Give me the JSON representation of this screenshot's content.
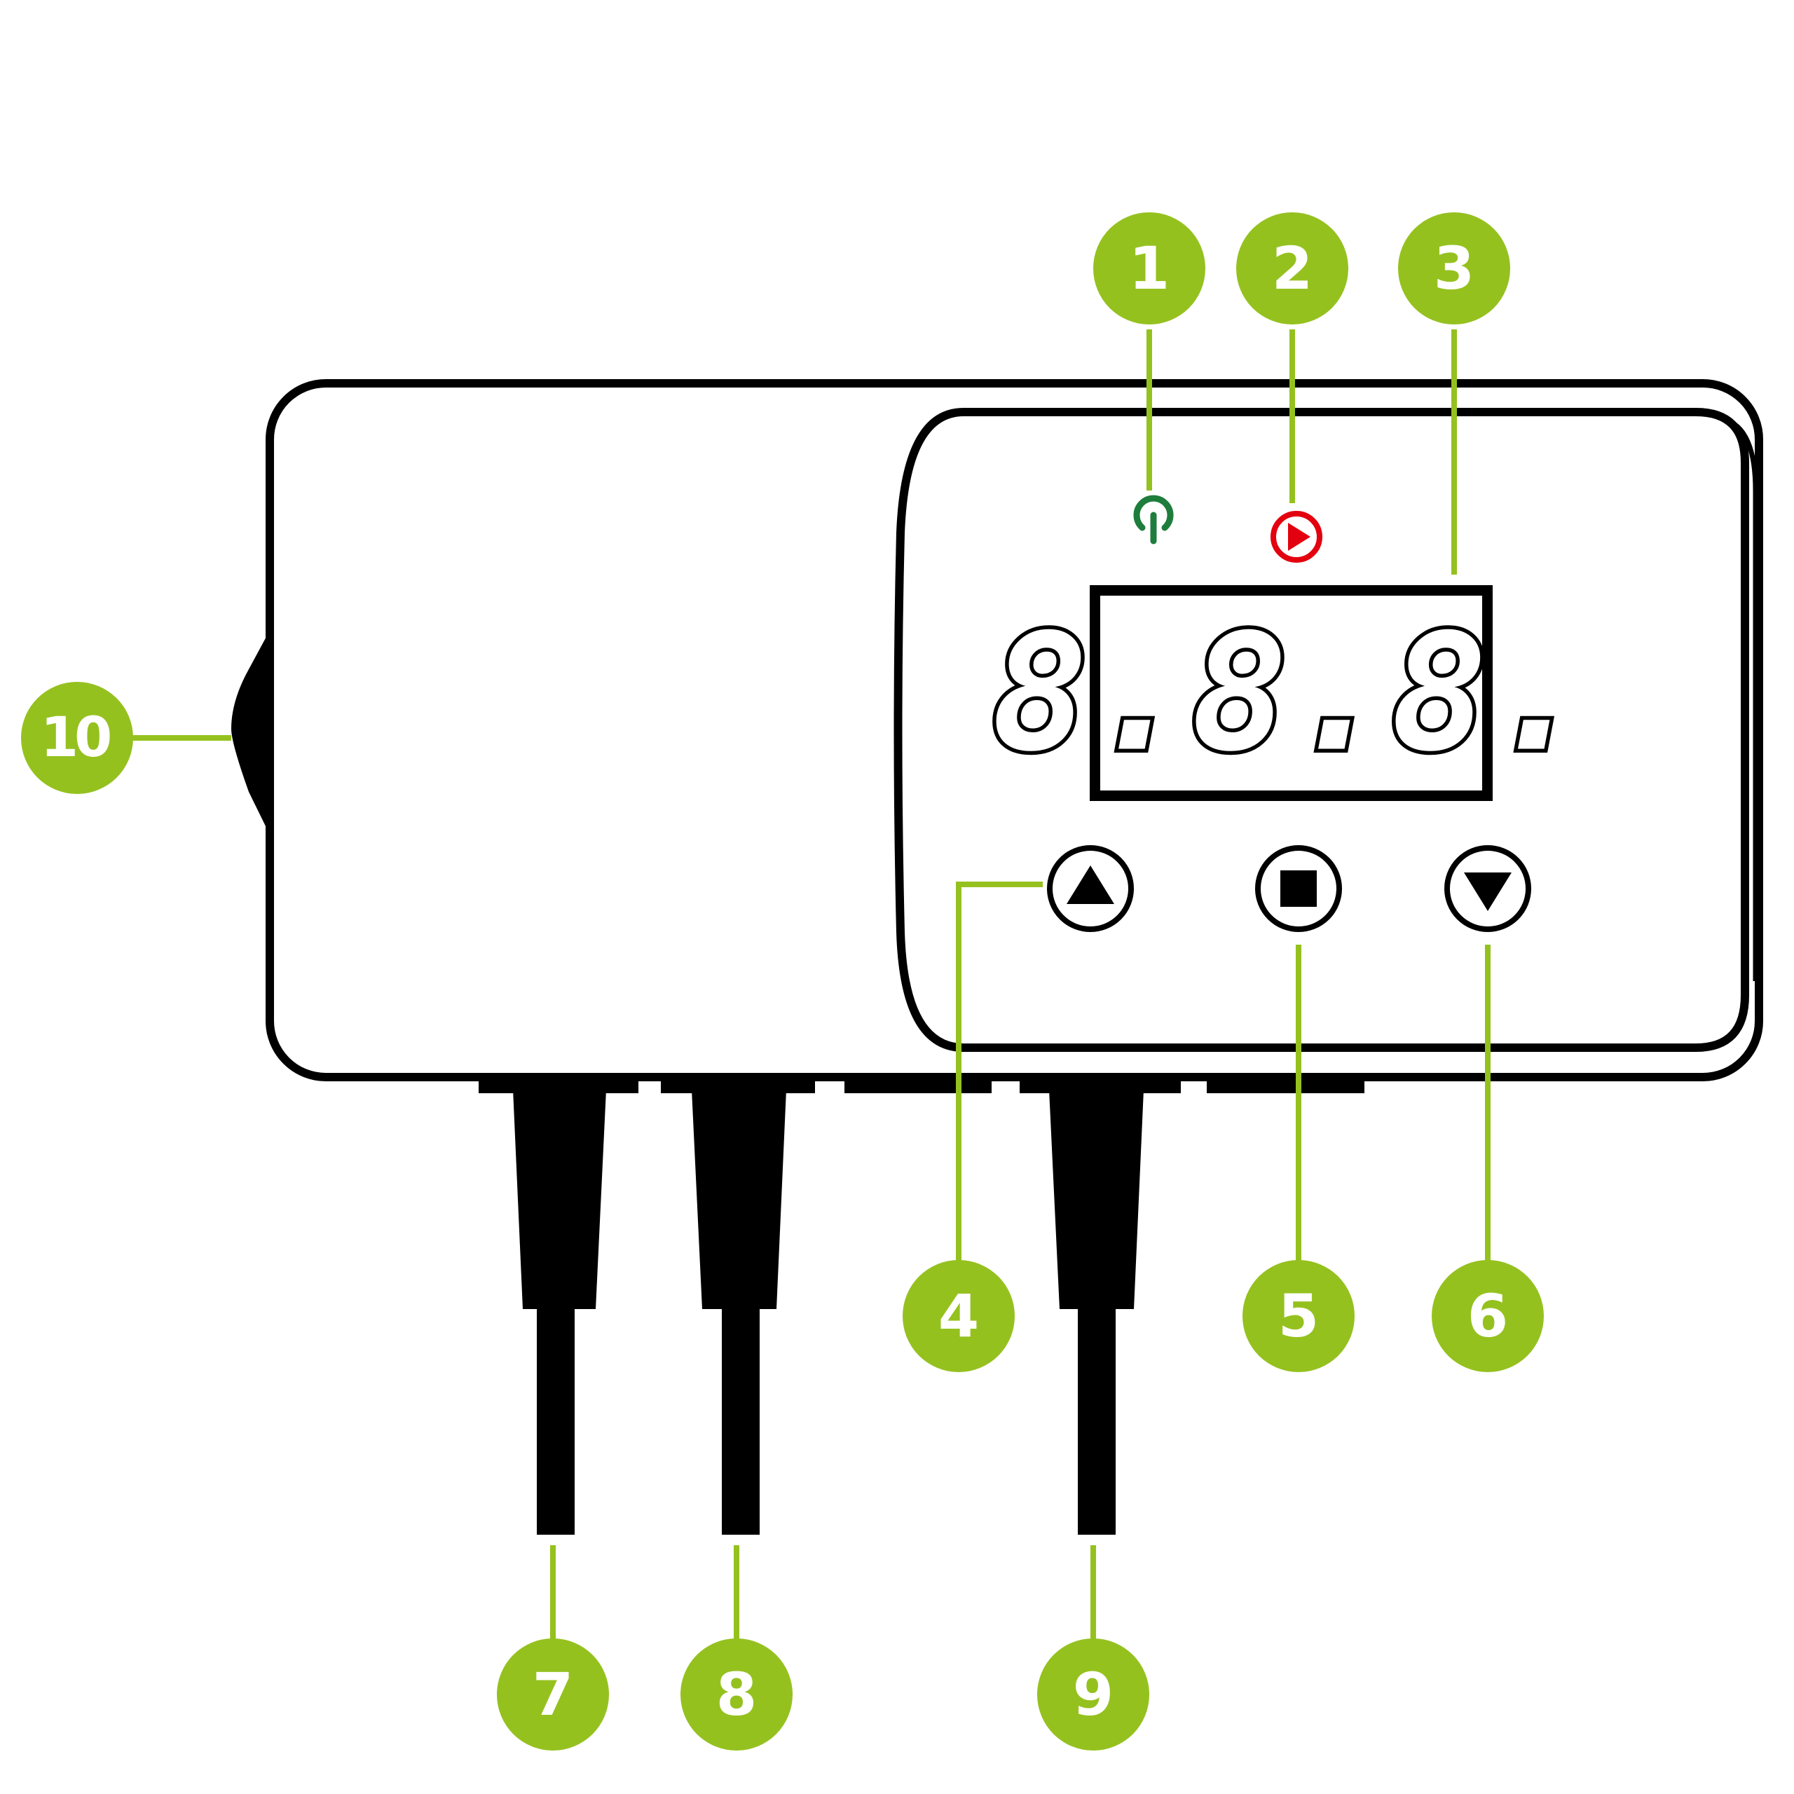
{
  "display": {
    "readout": "8.8.8."
  },
  "colors": {
    "callout": "#95c11f",
    "power_led": "#1e7d3c",
    "pump_led": "#e3000f",
    "outline": "#000000",
    "background": "#ffffff"
  },
  "indicators": {
    "power": {
      "icon": "power-icon",
      "color": "#1e7d3c"
    },
    "pump": {
      "icon": "pump-play-icon",
      "color": "#e3000f"
    }
  },
  "buttons": {
    "up": {
      "icon": "up-triangle-icon"
    },
    "menu": {
      "icon": "stop-square-icon"
    },
    "down": {
      "icon": "down-triangle-icon"
    }
  },
  "callouts": {
    "c1": "1",
    "c2": "2",
    "c3": "3",
    "c4": "4",
    "c5": "5",
    "c6": "6",
    "c7": "7",
    "c8": "8",
    "c9": "9",
    "c10": "10"
  }
}
